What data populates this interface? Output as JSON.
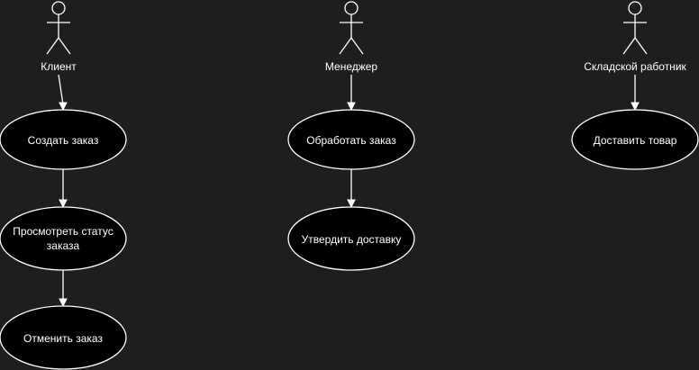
{
  "colors": {
    "background": "#1e1e1e",
    "stroke": "#ffffff",
    "usecase_fill": "#000000",
    "text": "#ffffff"
  },
  "actors": [
    {
      "id": "client",
      "label": "Клиент"
    },
    {
      "id": "manager",
      "label": "Менеджер"
    },
    {
      "id": "warehouse",
      "label": "Складской работник"
    }
  ],
  "usecases": [
    {
      "id": "create",
      "lines": [
        "Создать заказ"
      ]
    },
    {
      "id": "status",
      "lines": [
        "Просмотреть статус",
        "заказа"
      ]
    },
    {
      "id": "cancel",
      "lines": [
        "Отменить заказ"
      ]
    },
    {
      "id": "process",
      "lines": [
        "Обработать заказ"
      ]
    },
    {
      "id": "confirm",
      "lines": [
        "Утвердить доставку"
      ]
    },
    {
      "id": "deliver",
      "lines": [
        "Доставить товар"
      ]
    }
  ],
  "edges": [
    {
      "from": "client",
      "to": "create"
    },
    {
      "from": "create",
      "to": "status"
    },
    {
      "from": "status",
      "to": "cancel"
    },
    {
      "from": "manager",
      "to": "process"
    },
    {
      "from": "process",
      "to": "confirm"
    },
    {
      "from": "warehouse",
      "to": "deliver"
    }
  ]
}
